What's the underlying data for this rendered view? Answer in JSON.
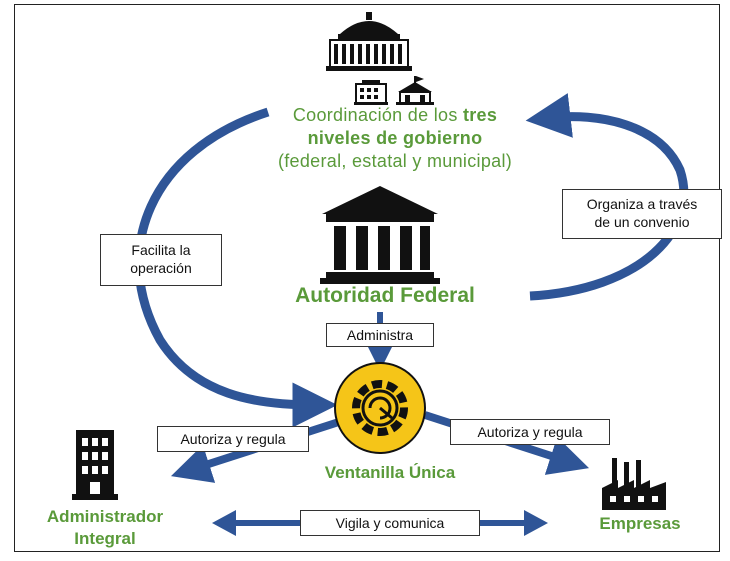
{
  "coordination": {
    "line1_prefix": "Coordinación de los ",
    "line1_bold": "tres",
    "line2": "niveles de gobierno",
    "line3": "(federal, estatal y municipal)"
  },
  "authority": "Autoridad Federal",
  "ventanilla": "Ventanilla Única",
  "administrador": {
    "line1": "Administrador",
    "line2": "Integral"
  },
  "empresas": "Empresas",
  "labels": {
    "facilita": [
      "Facilita la",
      "operación"
    ],
    "organiza": [
      "Organiza a través",
      "de un convenio"
    ],
    "administra": "Administra",
    "autoriza_left": "Autoriza y regula",
    "autoriza_right": "Autoriza y regula",
    "vigila": "Vigila y comunica"
  },
  "colors": {
    "arrow_blue": "#2f5597",
    "text_green": "#5a9a3a",
    "gear_fill": "#f5c518",
    "icon_black": "#111111"
  },
  "icons": [
    "capitol-building-icon",
    "small-building-icon",
    "school-building-icon",
    "courthouse-icon",
    "gear-gauge-icon",
    "office-tower-icon",
    "factory-icon"
  ]
}
